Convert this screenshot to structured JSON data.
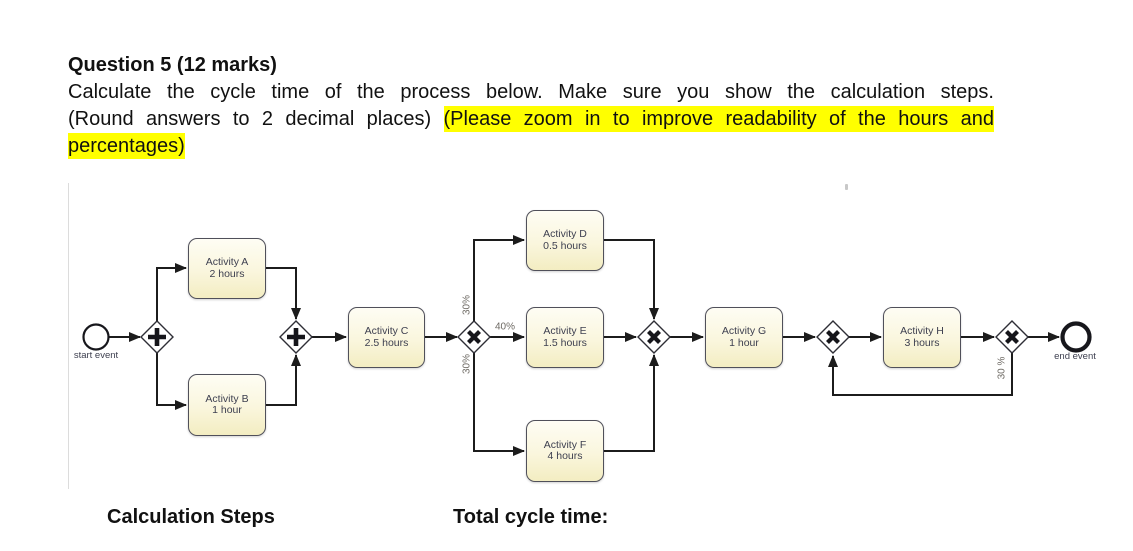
{
  "question": {
    "title": "Question 5 (12 marks)",
    "line1": "Calculate the cycle time of the process below. Make sure you show the calculation steps.",
    "line2_plain": "(Round answers to 2 decimal places) ",
    "line2_highlight": "(Please zoom in to improve readability of the hours and",
    "line3_highlight": "percentages)"
  },
  "diagram": {
    "start_event": {
      "label": "start event"
    },
    "end_event": {
      "label": "end event"
    },
    "activities": [
      {
        "id": "A",
        "name": "Activity A",
        "duration": "2 hours"
      },
      {
        "id": "B",
        "name": "Activity B",
        "duration": "1 hour"
      },
      {
        "id": "C",
        "name": "Activity C",
        "duration": "2.5 hours"
      },
      {
        "id": "D",
        "name": "Activity D",
        "duration": "0.5 hours"
      },
      {
        "id": "E",
        "name": "Activity E",
        "duration": "1.5 hours"
      },
      {
        "id": "F",
        "name": "Activity F",
        "duration": "4 hours"
      },
      {
        "id": "G",
        "name": "Activity G",
        "duration": "1 hour"
      },
      {
        "id": "H",
        "name": "Activity H",
        "duration": "3 hours"
      }
    ],
    "branch_labels": {
      "split_top": "30%",
      "split_middle": "40%",
      "split_bottom": "30%",
      "loop_back": "30 %"
    },
    "gateway_types": {
      "gw1": "parallel-split",
      "gw2": "parallel-join",
      "gw3": "exclusive-split",
      "gw4": "exclusive-join",
      "gw5": "exclusive-loop-entry",
      "gw6": "exclusive-loop-exit"
    },
    "colors": {
      "highlight": "#ffff00",
      "activity_fill_top": "#fdfcf1",
      "activity_fill_bottom": "#f3edc2",
      "activity_border": "#50505a",
      "flow_line": "#1c1c1c",
      "label_text": "#3e4050",
      "percent_text": "#6d6963"
    }
  },
  "footer": {
    "calculation_steps": "Calculation Steps",
    "total_cycle_time": "Total cycle time:"
  }
}
